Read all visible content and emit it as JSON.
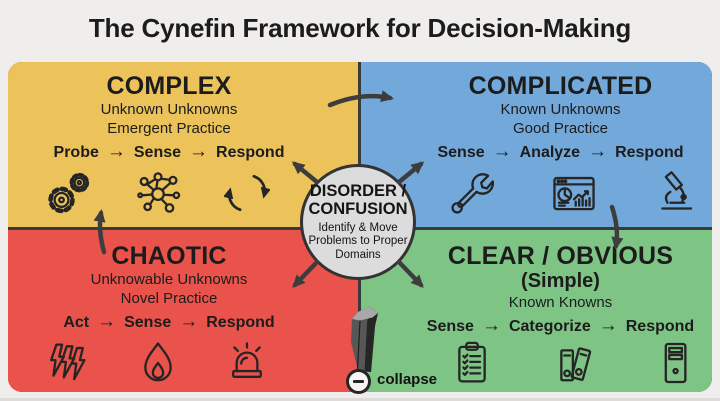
{
  "title": "The Cynefin Framework for Decision-Making",
  "glyphs": {
    "arrow": "→"
  },
  "quadrants": {
    "complex": {
      "title": "COMPLEX",
      "lines": [
        "Unknown Unknowns",
        "Emergent Practice"
      ],
      "steps": [
        "Probe",
        "Sense",
        "Respond"
      ],
      "icons": [
        "gears-icon",
        "network-icon",
        "cycle-icon"
      ],
      "color": "#ecc25b"
    },
    "complicated": {
      "title": "COMPLICATED",
      "lines": [
        "Known Unknowns",
        "Good Practice"
      ],
      "steps": [
        "Sense",
        "Analyze",
        "Respond"
      ],
      "icons": [
        "wrench-icon",
        "analytics-icon",
        "microscope-icon"
      ],
      "color": "#73a9da"
    },
    "chaotic": {
      "title": "CHAOTIC",
      "lines": [
        "Unknowable Unknowns",
        "Novel Practice"
      ],
      "steps": [
        "Act",
        "Sense",
        "Respond"
      ],
      "icons": [
        "lightning-icon",
        "fire-icon",
        "siren-icon"
      ],
      "color": "#e9534b"
    },
    "clear": {
      "title": "CLEAR / OBVIOUS",
      "subtitle": "(Simple)",
      "lines": [
        "Known Knowns"
      ],
      "steps": [
        "Sense",
        "Categorize",
        "Respond"
      ],
      "icons": [
        "clipboard-icon",
        "binders-icon",
        "computer-icon"
      ],
      "color": "#7dc485"
    }
  },
  "center": {
    "title_line1": "DISORDER /",
    "title_line2": "CONFUSION",
    "subtitle": "Identify & Move Problems to Proper Domains",
    "color": "#dcdcdc"
  },
  "collapse_label": "collapse",
  "colors": {
    "background": "#efeeec",
    "divider": "#3a3a3a",
    "arrows": "#3d3d3d",
    "text": "#1c1c1c"
  }
}
